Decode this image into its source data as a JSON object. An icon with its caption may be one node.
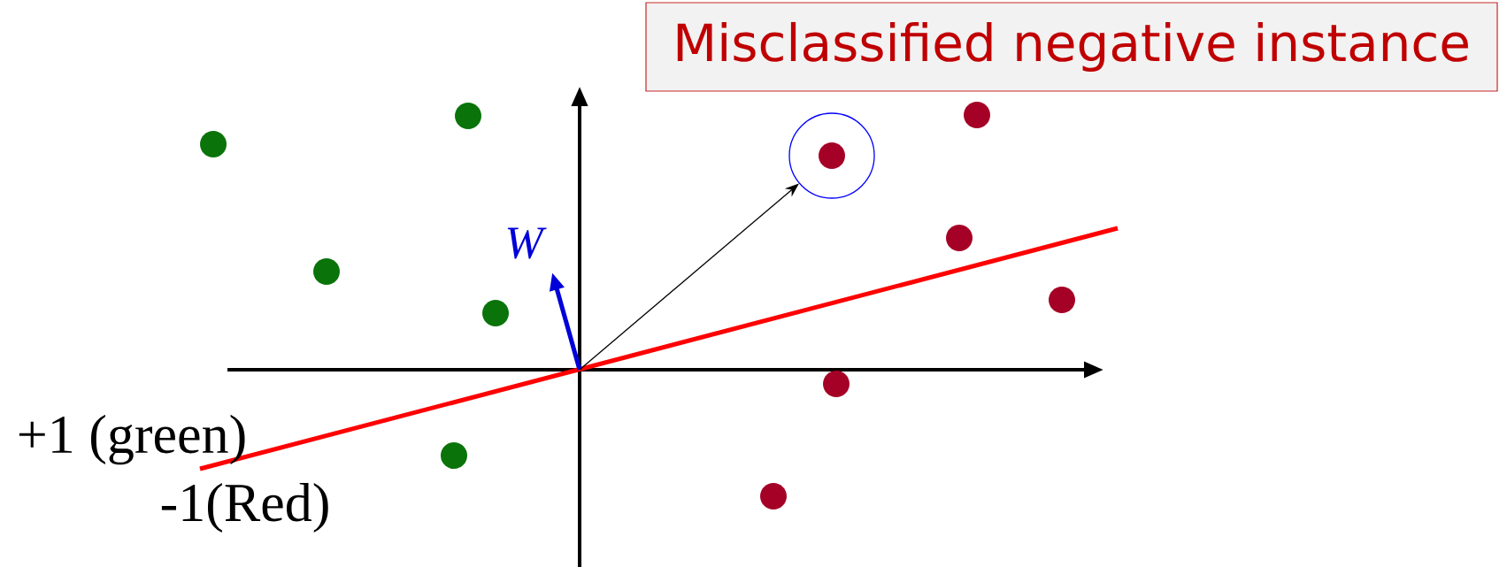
{
  "diagram": {
    "nodes": [
      {
        "text": [
          "Misclassified negative instance"
        ]
      },
      {
        "text": [],
        "shape": "circle"
      },
      {
        "text": [
          "W"
        ]
      }
    ],
    "edges": [
      {
        "from": 2,
        "to": 1,
        "arrow": "to"
      }
    ],
    "labels": [
      "+1 (green)",
      "-1(Red)"
    ]
  }
}
